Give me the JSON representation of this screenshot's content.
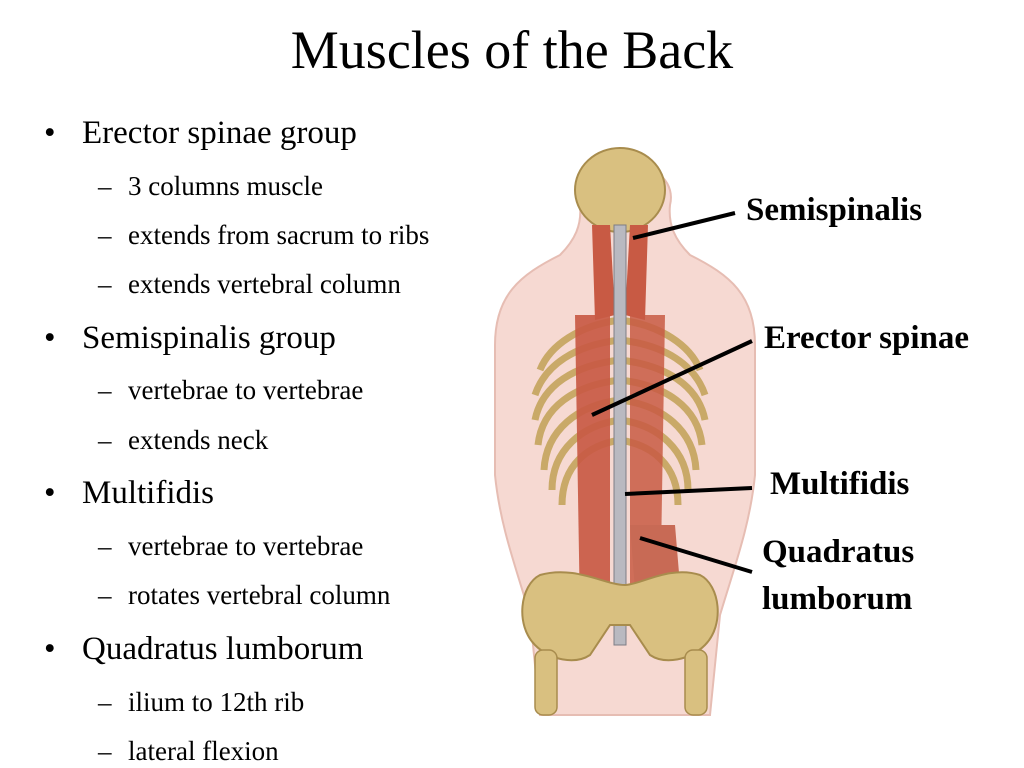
{
  "slide": {
    "title": "Muscles of the Back",
    "bullets": [
      {
        "text": "Erector spinae group",
        "subs": [
          "3 columns muscle",
          "extends from sacrum to ribs",
          "extends vertebral column"
        ]
      },
      {
        "text": "Semispinalis group",
        "subs": [
          "vertebrae to vertebrae",
          "extends neck"
        ]
      },
      {
        "text": "Multifidis",
        "subs": [
          "vertebrae to vertebrae",
          "rotates vertebral column"
        ]
      },
      {
        "text": "Quadratus lumborum",
        "subs": [
          "ilium to 12th rib",
          "lateral flexion"
        ]
      }
    ],
    "bullet_mark": "•",
    "sub_mark": "–"
  },
  "figure": {
    "labels": {
      "semispinalis": "Semispinalis",
      "erector_spinae": "Erector spinae",
      "multifidis": "Multifidis",
      "quadratus_line1": "Quadratus",
      "quadratus_line2": "lumborum"
    }
  },
  "colors": {
    "skin": "#f6d9d2",
    "muscle": "#c85a44",
    "bone": "#d9c080",
    "text": "#000000"
  }
}
